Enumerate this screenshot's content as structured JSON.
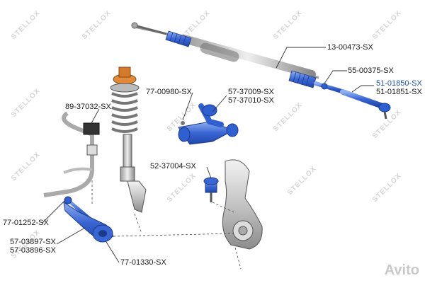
{
  "watermark": "STELLOX",
  "avito_mark": "Avito",
  "labels": {
    "steering_rack": "13-00473-SX",
    "tie_rod_axial": "55-00375-SX",
    "tie_rod_end_left": "51-01850-SX",
    "tie_rod_end_right": "51-01851-SX",
    "stabilizer_bushing": "89-37032-SX",
    "upper_arm_bushing": "77-00980-SX",
    "upper_arm_left": "57-37009-SX",
    "upper_arm_right": "57-37010-SX",
    "ball_joint": "52-37004-SX",
    "stabilizer_link": "77-01252-SX",
    "lower_arm_left": "57-03897-SX",
    "lower_arm_right": "57-03896-SX",
    "lower_arm_bushing": "77-01330-SX"
  },
  "colors": {
    "part_blue": "#2f5fd0",
    "part_blue_light": "#6f93e6",
    "part_grey": "#c8c8c8",
    "line": "#333333",
    "highlight_text": "#1f4fbf"
  }
}
